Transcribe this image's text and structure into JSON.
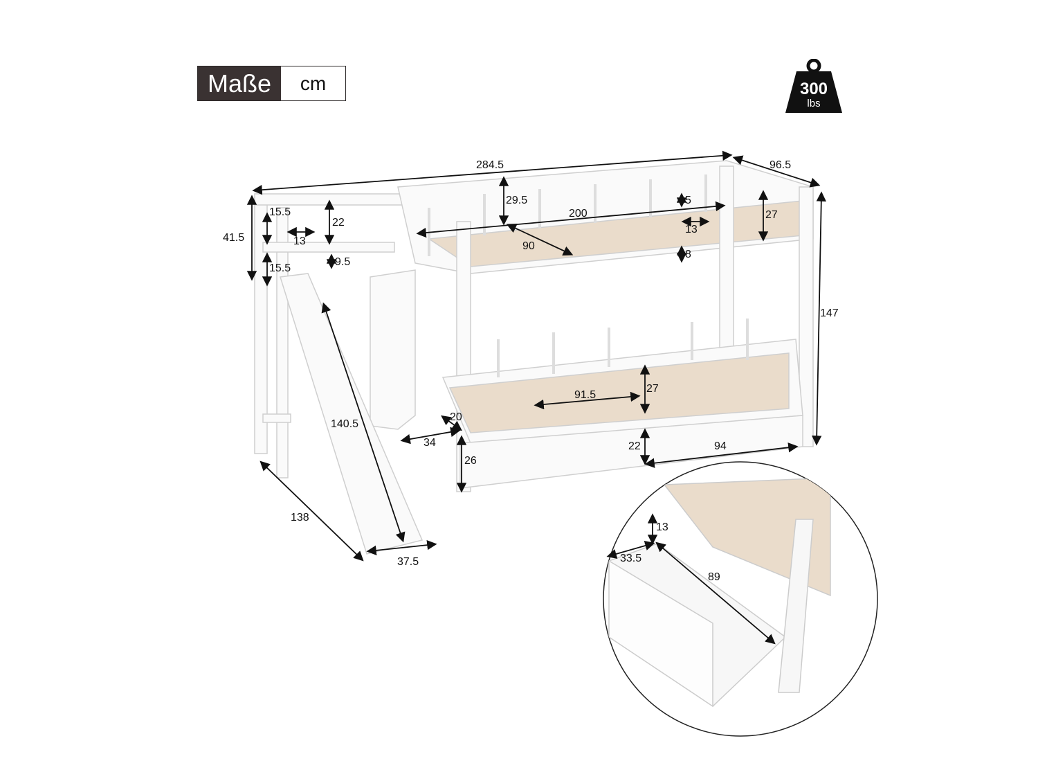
{
  "header": {
    "title": "Maße",
    "unit": "cm"
  },
  "weight_badge": {
    "value": "300",
    "unit": "lbs",
    "icon": "weight-icon"
  },
  "dimensions": {
    "total_length": "284.5",
    "depth": "96.5",
    "total_height": "147",
    "platform_height": "41.5",
    "platform_upper_gap": "15.5",
    "platform_lower_gap": "15.5",
    "platform_slat_spacing": "13",
    "platform_rail_height": "22",
    "platform_bottom_gap": "9.5",
    "upper_rail_height": "29.5",
    "mattress_length": "200",
    "mattress_width": "90",
    "upper_top_gap": "5",
    "upper_slat_spacing": "13",
    "upper_end_rail": "27",
    "upper_frame_height": "8",
    "slide_length": "140.5",
    "slide_floor_length": "138",
    "slide_width": "37.5",
    "lower_opening": "91.5",
    "lower_rail_height": "27",
    "stair_depth": "34",
    "stair_step": "20",
    "drawer_base_height": "26",
    "drawer_height": "22",
    "drawer_length": "94",
    "inset_drawer_height": "13",
    "inset_drawer_width": "33.5",
    "inset_drawer_depth": "89"
  }
}
